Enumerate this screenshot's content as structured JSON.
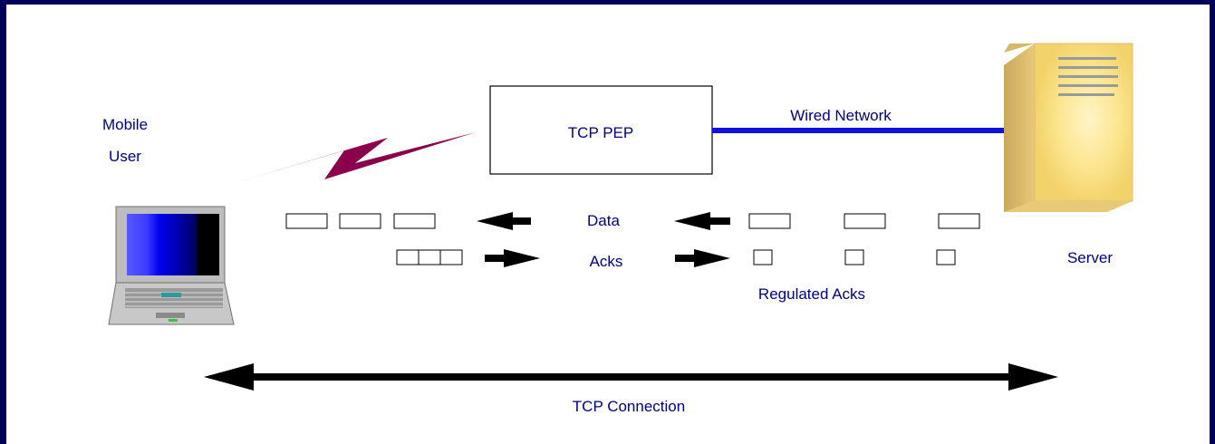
{
  "labels": {
    "mobile_user_line1": "Mobile",
    "mobile_user_line2": "User",
    "pep_box": "TCP PEP",
    "wired_network": "Wired Network",
    "data": "Data",
    "acks": "Acks",
    "regulated_acks": "Regulated Acks",
    "server": "Server",
    "tcp_connection": "TCP Connection"
  },
  "icons": {
    "laptop": "laptop-icon",
    "server": "server-icon",
    "wireless_link": "lightning-bolt-icon"
  },
  "colors": {
    "frame": "#00005a",
    "text": "#00007c",
    "wired_link": "#1010e0",
    "wireless_link": "#8a004a",
    "arrow": "#000000"
  }
}
